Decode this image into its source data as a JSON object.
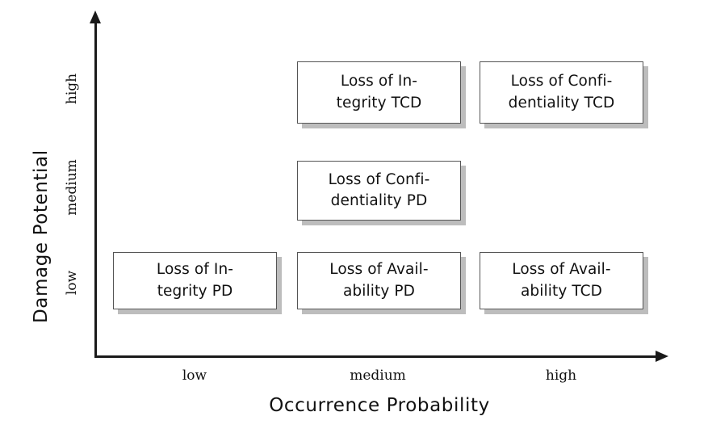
{
  "chart_data": {
    "type": "matrix",
    "title": "",
    "xlabel": "Occurrence Probability",
    "ylabel": "Damage Potential",
    "x_categories": [
      "low",
      "medium",
      "high"
    ],
    "y_categories": [
      "low",
      "medium",
      "high"
    ],
    "grid": false,
    "legend": "none",
    "colors": {
      "box_border": "#555555",
      "box_fill": "#ffffff",
      "box_shadow": "#bdbdbd",
      "axis": "#1a1a1a",
      "text": "#111111",
      "background": "#ffffff"
    },
    "cells": [
      {
        "x": "medium",
        "y": "high",
        "label": "Loss of Integrity TCD",
        "line1": "Loss of In-",
        "line2": "tegrity TCD"
      },
      {
        "x": "high",
        "y": "high",
        "label": "Loss of Confidentiality TCD",
        "line1": "Loss of Confi-",
        "line2": "dentiality TCD"
      },
      {
        "x": "medium",
        "y": "medium",
        "label": "Loss of Confidentiality PD",
        "line1": "Loss of Confi-",
        "line2": "dentiality PD"
      },
      {
        "x": "low",
        "y": "low",
        "label": "Loss of Integrity PD",
        "line1": "Loss of In-",
        "line2": "tegrity PD"
      },
      {
        "x": "medium",
        "y": "low",
        "label": "Loss of Availability PD",
        "line1": "Loss of Avail-",
        "line2": "ability PD"
      },
      {
        "x": "high",
        "y": "low",
        "label": "Loss of Availability TCD",
        "line1": "Loss of Avail-",
        "line2": "ability TCD"
      }
    ]
  },
  "axes": {
    "y": {
      "title": "Damage Potential",
      "ticks": {
        "high": "high",
        "medium": "medium",
        "low": "low"
      }
    },
    "x": {
      "title": "Occurrence Probability",
      "ticks": {
        "low": "low",
        "medium": "medium",
        "high": "high"
      }
    }
  }
}
